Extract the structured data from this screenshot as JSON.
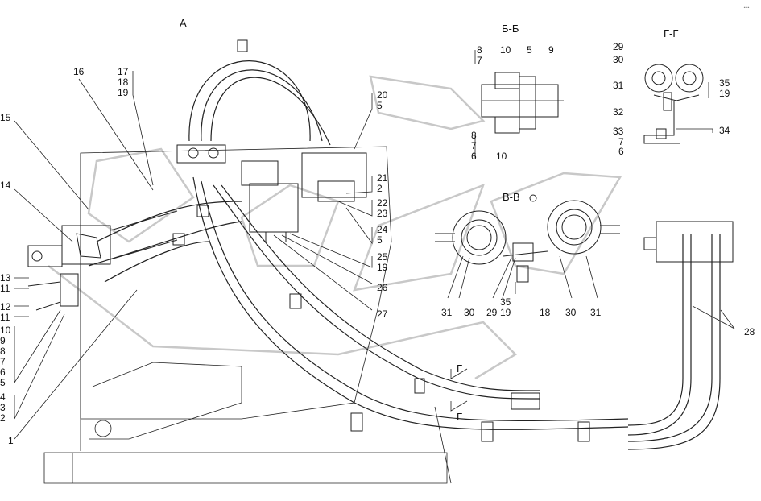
{
  "views": {
    "a": "А",
    "bb": "Б-Б",
    "gg": "Г-Г",
    "vv": "В-В"
  },
  "section_marks": {
    "g": "Г"
  },
  "corner_mark": "᠁",
  "callouts": {
    "c1": "1",
    "c2": "2",
    "c3": "3",
    "c4": "4",
    "c5": "5",
    "c6": "6",
    "c7": "7",
    "c8": "8",
    "c9": "9",
    "c10": "10",
    "c11": "11",
    "c12": "12",
    "c13": "13",
    "c14": "14",
    "c15": "15",
    "c16": "16",
    "c17": "17",
    "c18": "18",
    "c19": "19",
    "c20": "20",
    "c21": "21",
    "c22": "22",
    "c23": "23",
    "c24": "24",
    "c25": "25",
    "c26": "26",
    "c27": "27",
    "c28": "28",
    "c29": "29",
    "c30": "30",
    "c31": "31",
    "c32": "32",
    "c33": "33",
    "c34": "34",
    "c35": "35"
  }
}
